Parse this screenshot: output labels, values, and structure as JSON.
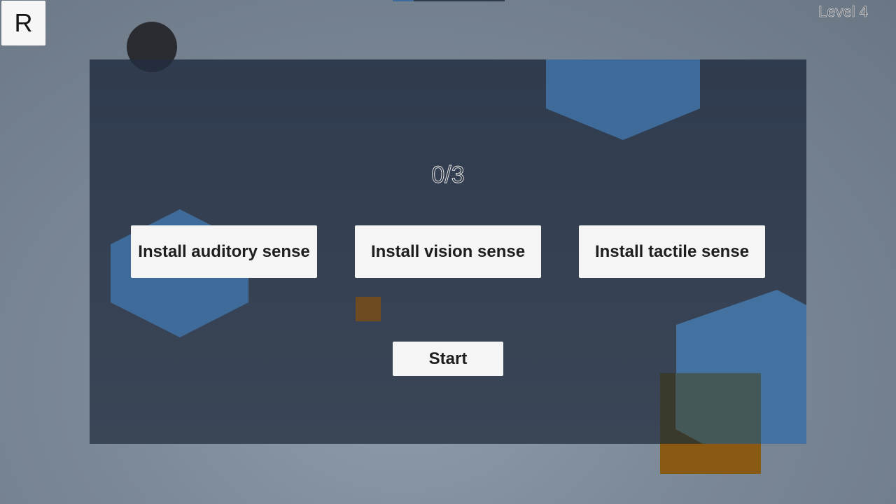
{
  "hud": {
    "reset_label": "R",
    "level_label": "Level 4"
  },
  "panel": {
    "counter": "0/3",
    "buttons": {
      "auditory": "Install auditory sense",
      "vision": "Install vision sense",
      "tactile": "Install tactile sense"
    },
    "start_label": "Start"
  },
  "colors": {
    "hexagon_blue": "#3f6b9a",
    "hexagon_blue_bright": "#4372a0",
    "orange_block": "#8a5a15",
    "ball": "#2a2c31",
    "panel": "#344053",
    "button_bg": "#f5f5f5"
  }
}
